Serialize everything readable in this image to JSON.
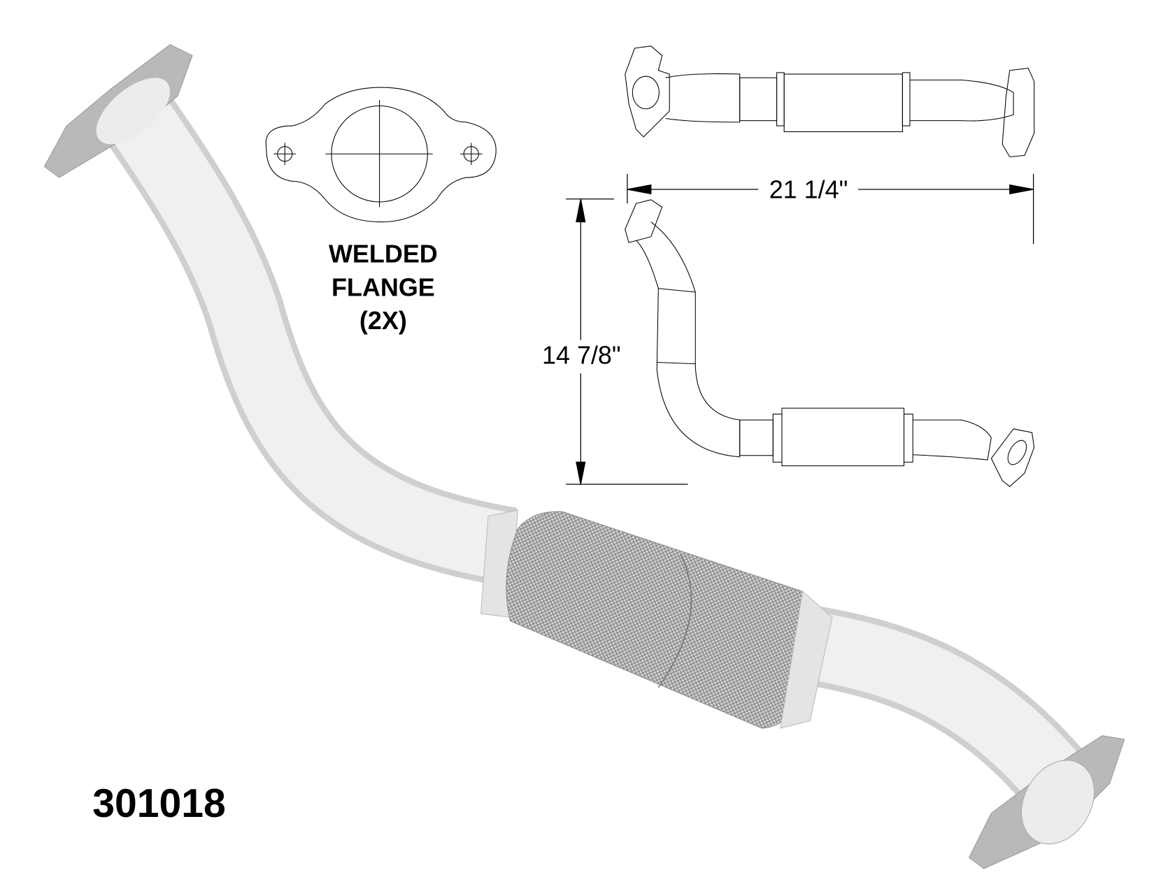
{
  "part_number": "301018",
  "flange_callout": {
    "line1": "WELDED",
    "line2": "FLANGE",
    "line3": "(2X)"
  },
  "dimensions": {
    "length": "21 1/4\"",
    "height": "14 7/8\""
  },
  "colors": {
    "pipe_fill": "#ececec",
    "flange_fill": "#b9b9b9",
    "outline": "#000000",
    "mesh": "#8a8a8a"
  }
}
